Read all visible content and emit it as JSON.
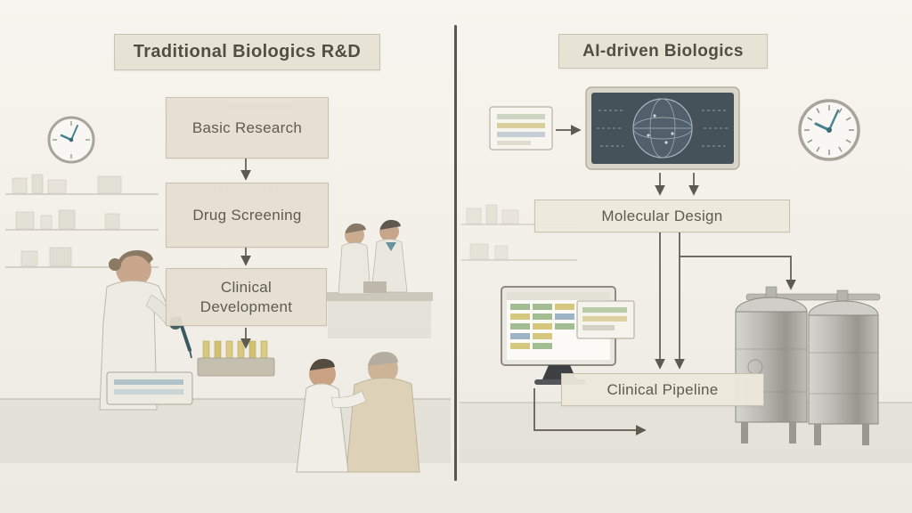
{
  "left": {
    "title": "Traditional Biologics R&D",
    "steps": [
      "Basic Research",
      "Drug Screening",
      "Clinical Development"
    ]
  },
  "right": {
    "title": "AI-driven Biologics",
    "nodes": [
      "Molecular Design",
      "Clinical Pipeline"
    ]
  },
  "colors": {
    "background": "#f3f0e9",
    "box_bg": "#e4dfd0",
    "box_border": "#c7c1ae",
    "box_text": "#5e5b4f",
    "divider": "#3b3933",
    "line": "#5d5a50",
    "accent_teal": "#47828e",
    "screen_dark": "#45525a",
    "tube_yellow": "#d8c77e"
  },
  "icons": {
    "left_clock": "clock-icon",
    "right_clock": "clock-icon",
    "network_screen": "network-globe-screen-icon",
    "data_card": "data-table-card-icon",
    "spreadsheet_monitor": "spreadsheet-monitor-icon",
    "bioreactors": "bioreactor-tanks-icon"
  }
}
